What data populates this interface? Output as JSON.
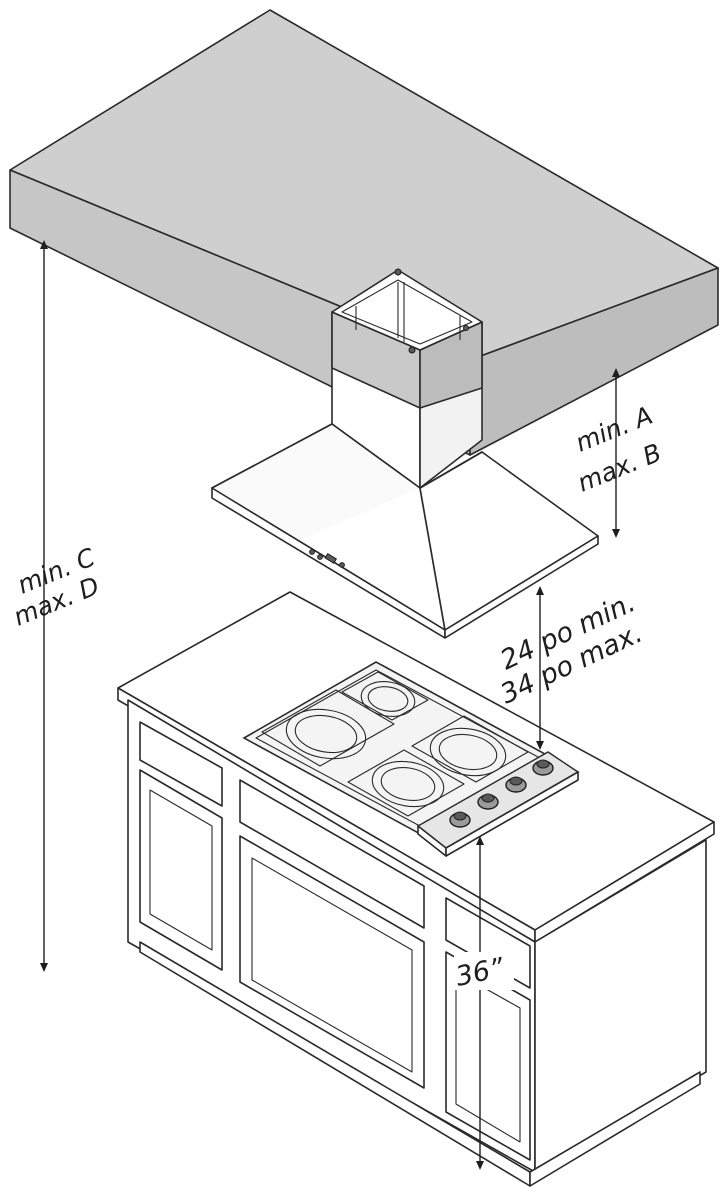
{
  "labels": {
    "hood_clearance_min": "min.  A",
    "hood_clearance_max": "max. B",
    "ceiling_height_min": "min.  C",
    "ceiling_height_max": "max. D",
    "cooktop_gap_min": "24 po min.",
    "cooktop_gap_max": "34 po max.",
    "counter_height": "36”"
  }
}
